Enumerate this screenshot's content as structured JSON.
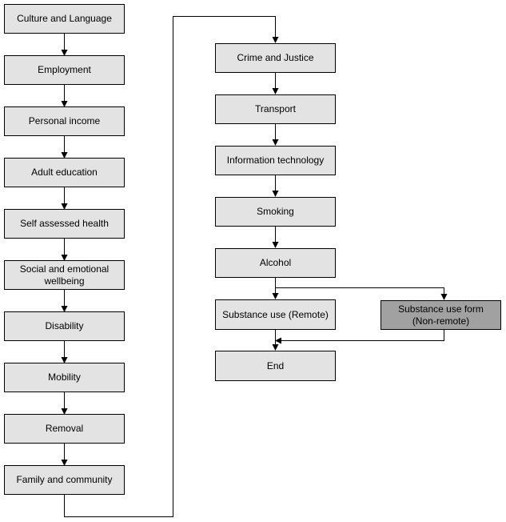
{
  "colors": {
    "box_fill": "#e3e3e3",
    "box_fill_highlight": "#a1a1a1",
    "border": "#000000",
    "connector": "#000000"
  },
  "nodes": {
    "culture_language": "Culture and Language",
    "employment": "Employment",
    "personal_income": "Personal income",
    "adult_education": "Adult education",
    "self_assessed_health": "Self assessed health",
    "social_emotional_wellbeing": "Social and emotional\nwellbeing",
    "disability": "Disability",
    "mobility": "Mobility",
    "removal": "Removal",
    "family_community": "Family and community",
    "crime_justice": "Crime and Justice",
    "transport": "Transport",
    "information_technology": "Information technology",
    "smoking": "Smoking",
    "alcohol": "Alcohol",
    "substance_use_remote": "Substance use (Remote)",
    "substance_use_form_nonremote": "Substance use form\n(Non-remote)",
    "end": "End"
  }
}
